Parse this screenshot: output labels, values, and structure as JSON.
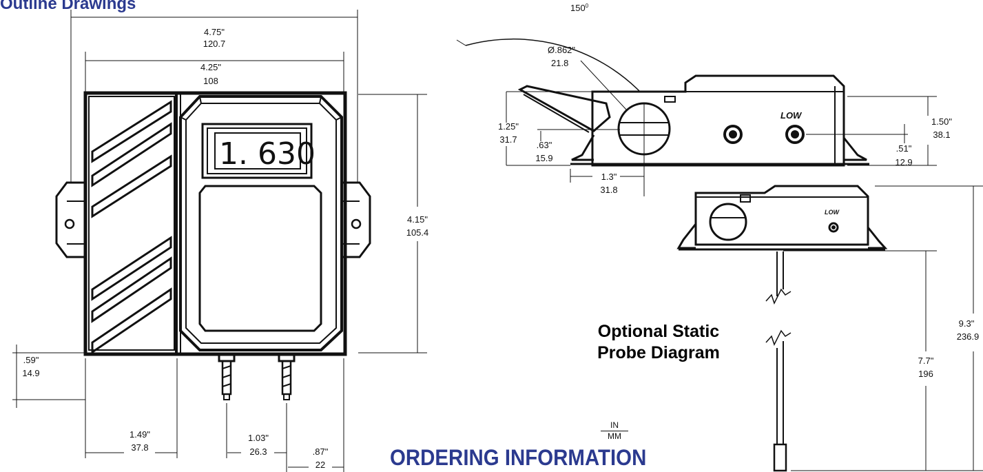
{
  "titles": {
    "outline": "Outline Drawings",
    "ordering": "ORDERING INFORMATION",
    "probe_line1": "Optional Static",
    "probe_line2": "Probe Diagram"
  },
  "units": {
    "top": "IN",
    "bottom": "MM"
  },
  "display_reading": "1. 630",
  "labels": {
    "low_side": "LOW",
    "low_probe": "LOW"
  },
  "dimensions": {
    "overall_width": {
      "in": "4.75\"",
      "mm": "120.7"
    },
    "body_width": {
      "in": "4.25\"",
      "mm": "108"
    },
    "height": {
      "in": "4.15\"",
      "mm": "105.4"
    },
    "bottom_offset": {
      "in": ".59\"",
      "mm": "14.9"
    },
    "port_from_left": {
      "in": "1.49\"",
      "mm": "37.8"
    },
    "port_spacing": {
      "in": "1.03\"",
      "mm": "26.3"
    },
    "port_from_right": {
      "in": ".87\"",
      "mm": "22"
    },
    "lid_angle": {
      "text": "150",
      "sup": "0"
    },
    "port_diameter": {
      "in": "Ø.862\"",
      "mm": "21.8"
    },
    "side_height": {
      "in": "1.25\"",
      "mm": "31.7"
    },
    "port_center_height": {
      "in": ".63\"",
      "mm": "15.9"
    },
    "port_center_from_left": {
      "in": "1.3\"",
      "mm": "31.8"
    },
    "overall_side_height": {
      "in": "1.50\"",
      "mm": "38.1"
    },
    "low_port_height": {
      "in": ".51\"",
      "mm": "12.9"
    },
    "probe_total": {
      "in": "9.3\"",
      "mm": "236.9"
    },
    "probe_length": {
      "in": "7.7\"",
      "mm": "196"
    }
  }
}
